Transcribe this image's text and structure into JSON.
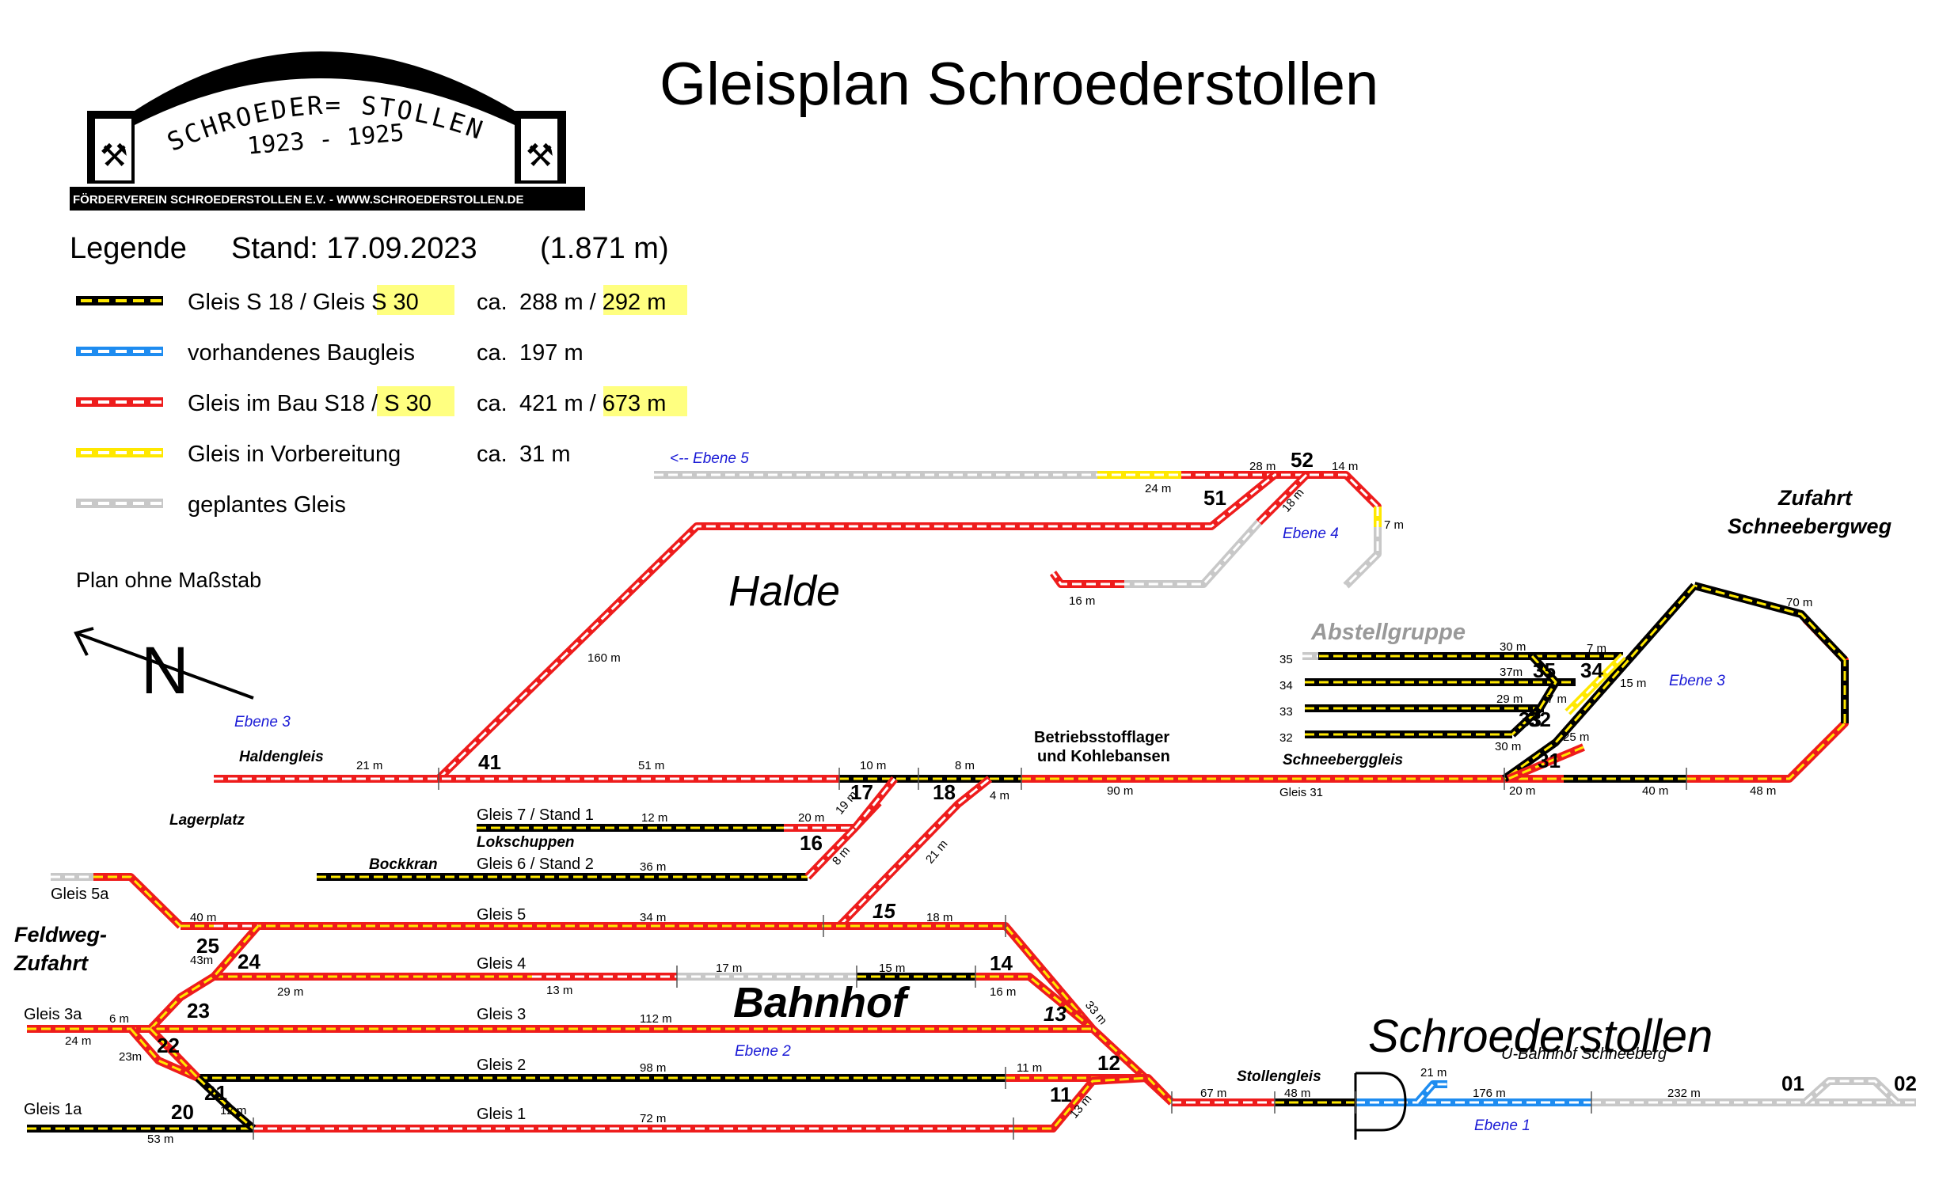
{
  "title": "Gleisplan Schroederstollen",
  "logo": {
    "arch_text": "SCHROEDER= STOLLEN.",
    "years": "1923 - 1925",
    "footer": "FÖRDERVEREIN SCHROEDERSTOLLEN E.V. -    WWW.SCHROEDERSTOLLEN.DE"
  },
  "legend": {
    "title": "Legende",
    "stand": "Stand: 17.09.2023",
    "total": "(1.871 m)",
    "items": [
      {
        "label_a": "Gleis S 18 / Gleis ",
        "label_b": "S 30",
        "ca": "ca.",
        "len_a": "288 m / ",
        "len_b": "292 m",
        "color": "#000000",
        "dash": "#ffe800"
      },
      {
        "label_a": "vorhandenes Baugleis",
        "label_b": "",
        "ca": "ca.",
        "len_a": "197 m",
        "len_b": "",
        "color": "#1e8cf0",
        "dash": "#ffffff"
      },
      {
        "label_a": "Gleis im Bau S18 / ",
        "label_b": "S 30",
        "ca": "ca.",
        "len_a": "421 m / ",
        "len_b": "673 m",
        "color": "#ee1c1c",
        "dash": "#ffffff"
      },
      {
        "label_a": "Gleis in Vorbereitung",
        "label_b": "",
        "ca": "ca.",
        "len_a": "  31 m",
        "len_b": "",
        "color": "#ffe800",
        "dash": "#ffffff"
      },
      {
        "label_a": "geplantes Gleis",
        "label_b": "",
        "ca": "",
        "len_a": "",
        "len_b": "",
        "color": "#c8c8c8",
        "dash": "#ffffff"
      }
    ],
    "highlight": "#ffff80"
  },
  "scale_note": "Plan ohne Maßstab",
  "north": "N",
  "areas": {
    "halde": "Halde",
    "bahnhof": "Bahnhof",
    "schroederstollen": "Schroederstollen",
    "abstellgruppe": "Abstellgruppe",
    "zufahrt_1": "Zufahrt",
    "zufahrt_2": "Schneebergweg",
    "feldweg_1": "Feldweg-",
    "feldweg_2": "Zufahrt",
    "lagerplatz": "Lagerplatz",
    "bockkran": "Bockkran",
    "lokschuppen": "Lokschuppen",
    "stollengleis": "Stollengleis",
    "betrieb_1": "Betriebsstofflager",
    "betrieb_2": "und Kohlebansen",
    "schneeberggleis": "Schneeberggleis",
    "haldengleis": "Haldengleis",
    "ubahnhof": "U-Bahnhof Schneeberg"
  },
  "ebenen": {
    "e1": "Ebene 1",
    "e2": "Ebene 2",
    "e3a": "Ebene 3",
    "e3b": "Ebene 3",
    "e4": "Ebene 4",
    "e5": "<-- Ebene 5"
  },
  "gleis_labels": {
    "g1": "Gleis 1",
    "g1a": "Gleis 1a",
    "g2": "Gleis 2",
    "g3": "Gleis 3",
    "g3a": "Gleis 3a",
    "g4": "Gleis 4",
    "g5": "Gleis 5",
    "g5a": "Gleis 5a",
    "g6": "Gleis 6 / Stand 2",
    "g7": "Gleis 7 / Stand 1",
    "g31": "Gleis 31"
  },
  "switches": {
    "s11": "11",
    "s12": "12",
    "s13": "13",
    "s14": "14",
    "s15": "15",
    "s16": "16",
    "s17": "17",
    "s18": "18",
    "s20": "20",
    "s21": "21",
    "s22": "22",
    "s23": "23",
    "s24": "24",
    "s25": "25",
    "s31": "31",
    "s32": "32",
    "s33": "33",
    "s34": "34",
    "s35": "35",
    "s41": "41",
    "s51": "51",
    "s52": "52",
    "p01": "01",
    "p02": "02",
    "t32": "32",
    "t33": "33",
    "t34": "34",
    "t35": "35"
  },
  "measures": {
    "m160": "160 m",
    "m21a": "21 m",
    "m51": "51 m",
    "m10": "10 m",
    "m8a": "8 m",
    "m90": "90 m",
    "m20a": "20 m",
    "m40a": "40 m",
    "m48a": "48 m",
    "m25": "25 m",
    "m30a": "30 m",
    "m37": "37m",
    "m29a": "29 m",
    "m7a": "7 m",
    "m7b": "7 m",
    "m15a": "15 m",
    "m70": "70 m",
    "m30b": "30 m",
    "m28": "28 m",
    "m14": "14 m",
    "m24a": "24 m",
    "m18a": "18 m",
    "m7c": "7 m",
    "m16a": "16 m",
    "m12a": "12 m",
    "m20b": "20 m",
    "m19": "19 m",
    "m4": "4 m",
    "m8b": "8 m",
    "m21b": "21 m",
    "m36": "36 m",
    "m40b": "40 m",
    "m34": "34 m",
    "m18b": "18 m",
    "m43": "43m",
    "m29b": "29 m",
    "m13a": "13 m",
    "m17": "17 m",
    "m15b": "15 m",
    "m16b": "16 m",
    "m6": "6 m",
    "m24b": "24 m",
    "m112": "112 m",
    "m33": "33 m",
    "m23": "23m",
    "m98": "98 m",
    "m11": "11 m",
    "m72": "72 m",
    "m12b": "12 m",
    "m53": "53 m",
    "m13b": "13 m",
    "m67": "67 m",
    "m48b": "48 m",
    "m21c": "21 m",
    "m176": "176 m",
    "m232": "232 m"
  },
  "colors": {
    "black": "#000000",
    "yellow": "#ffe800",
    "red": "#ee1c1c",
    "blue": "#1e8cf0",
    "gray": "#c8c8c8",
    "white": "#ffffff",
    "ebene": "#1a1ad6"
  }
}
